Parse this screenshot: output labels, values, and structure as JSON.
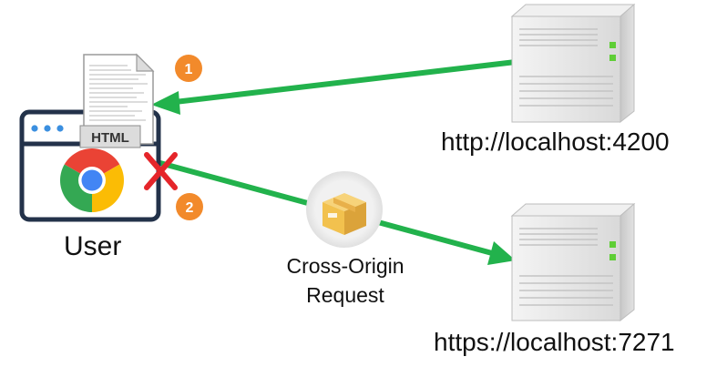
{
  "user": {
    "label": "User"
  },
  "document": {
    "badge": "HTML"
  },
  "steps": [
    {
      "number": "1"
    },
    {
      "number": "2"
    }
  ],
  "servers": [
    {
      "url": "http://localhost:4200"
    },
    {
      "url": "https://localhost:7271"
    }
  ],
  "request": {
    "label_line1": "Cross-Origin",
    "label_line2": "Request"
  },
  "colors": {
    "arrow": "#22b24c",
    "blocked": "#e5252a",
    "step_badge": "#f28a2b",
    "browser_frame": "#23324a",
    "server_body": "#e6e6e6",
    "led": "#5fce36",
    "package": "#f2c14e"
  },
  "icons": [
    "browser-window-icon",
    "chrome-icon",
    "html-document-icon",
    "server-icon",
    "package-icon",
    "blocked-x-icon"
  ]
}
